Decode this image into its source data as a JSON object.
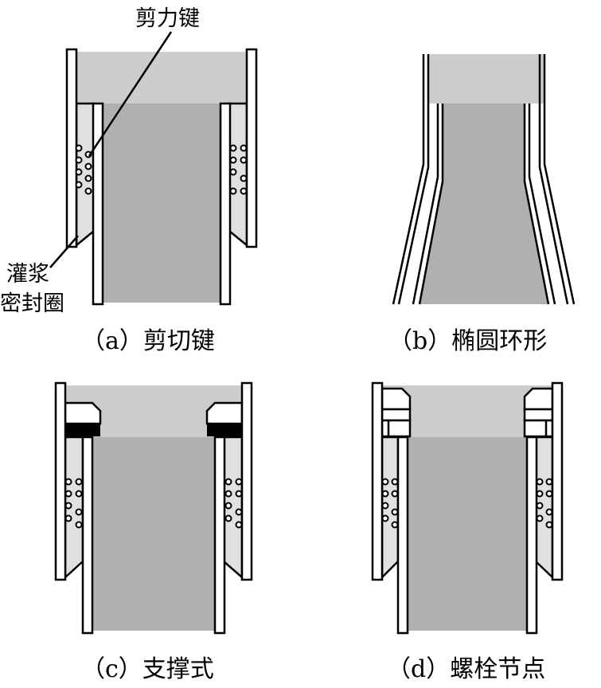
{
  "labels": {
    "shear_key": "剪力键",
    "grout_seal_line1": "灌浆",
    "grout_seal_line2": "密封圈"
  },
  "captions": {
    "a": "（a）剪切键",
    "b": "（b）椭圆环形",
    "c": "（c）支撑式",
    "d": "（d）螺栓节点"
  },
  "colors": {
    "upper_fill": "#cdcdcd",
    "lower_fill": "#b0b0b0",
    "sleeve_fill": "#e0e0e0",
    "black_pad": "#000000"
  }
}
